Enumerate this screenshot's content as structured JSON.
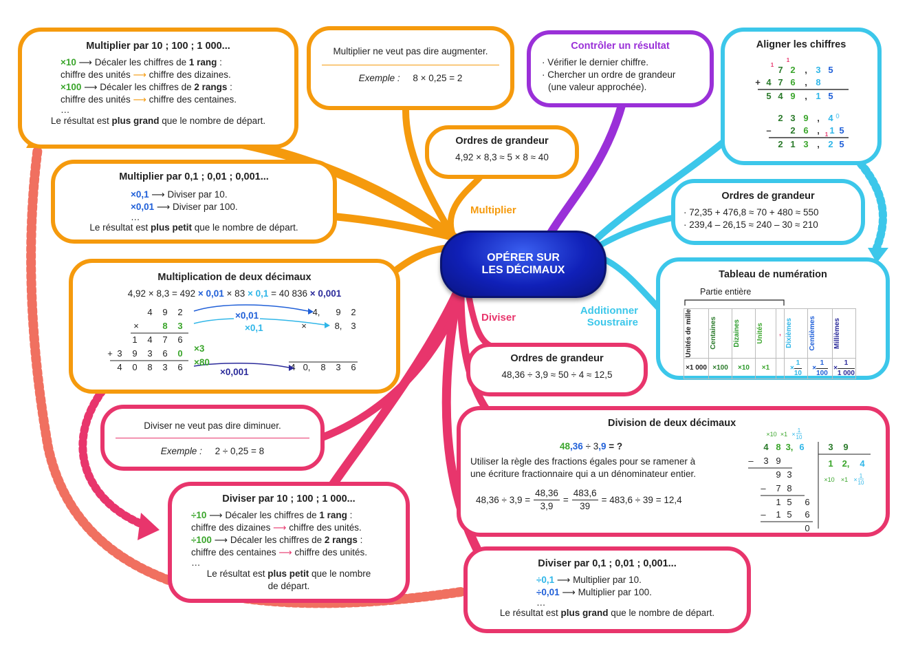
{
  "center": {
    "line1": "OPÉRER SUR",
    "line2": "LES DÉCIMAUX"
  },
  "branches": {
    "multiply": "Multiplier",
    "divide": "Diviser",
    "add_sub_1": "Additionner",
    "add_sub_2": "Soustraire"
  },
  "mult10": {
    "title": "Multiplier par 10 ; 100 ; 1 000...",
    "op1": "×10",
    "l1a": " Décaler les chiffres de ",
    "l1b": "1 rang",
    "l1c": " :",
    "l2a": "chiffre des unités ",
    "l2b": " chiffre des dizaines.",
    "op2": "×100",
    "l3a": " Décaler les chiffres de ",
    "l3b": "2 rangs",
    "l3c": " :",
    "l4a": "chiffre des unités ",
    "l4b": " chiffre des centaines.",
    "dots": "…",
    "ra": "Le résultat est ",
    "rb": "plus grand",
    "rc": " que le nombre de départ."
  },
  "note_mult": {
    "text": "Multiplier ne veut pas dire augmenter.",
    "ex_label": "Exemple :",
    "ex_value": "8 × 0,25 = 2"
  },
  "ordres_mult": {
    "title": "Ordres de grandeur",
    "value": "4,92 × 8,3 ≈ 5 × 8 ≈ 40"
  },
  "controle": {
    "title": "Contrôler un résultat",
    "b1": "Vérifier le dernier chiffre.",
    "b2a": "Chercher un ordre de grandeur",
    "b2b": "(une valeur approchée)."
  },
  "aligner": {
    "title": "Aligner les chiffres"
  },
  "mult01": {
    "title": "Multiplier par 0,1 ; 0,01 ; 0,001...",
    "op1": "×0,1",
    "l1": " Diviser par 10.",
    "op2": "×0,01",
    "l2": " Diviser par 100.",
    "dots": "…",
    "ra": "Le résultat est ",
    "rb": "plus petit",
    "rc": " que le nombre de départ."
  },
  "ordres_add": {
    "title": "Ordres de grandeur",
    "l1": "72,35 + 476,8 ≈ 70 + 480 ≈ 550",
    "l2": "239,4 – 26,15 ≈ 240 – 30 ≈ 210"
  },
  "multdec": {
    "title": "Multiplication de deux décimaux",
    "eq_a": "4,92 × 8,3 = 492 ",
    "eq_b": "× 0,01",
    "eq_c": " × 83 ",
    "eq_d": "× 0,1",
    "eq_e": " = 40 836 ",
    "eq_f": "× 0,001",
    "lab_001": "×0,01",
    "lab_01": "×0,1",
    "lab_0001": "×0,001",
    "lab_x3": "×3",
    "lab_x80": "×80"
  },
  "tableau": {
    "title": "Tableau de numération",
    "subtitle": "Partie entière",
    "headers": [
      "Unités de mille",
      "Centaines",
      "Dizaines",
      "Unités",
      "Dixièmes",
      "Centièmes",
      "Millièmes"
    ],
    "mults": [
      "×1 000",
      "×100",
      "×10",
      "×1"
    ]
  },
  "ordres_div": {
    "title": "Ordres de grandeur",
    "value": "48,36 ÷ 3,9 ≈ 50 ÷ 4 ≈ 12,5"
  },
  "note_div": {
    "text": "Diviser ne veut pas dire diminuer.",
    "ex_label": "Exemple :",
    "ex_value": "2 ÷ 0,25 = 8"
  },
  "divdec": {
    "title": "Division de deux décimaux",
    "q_a": "48",
    "q_b": ",36",
    "q_c": " ÷ 3",
    "q_d": ",9",
    "q_e": " = ?",
    "t1": "Utiliser la règle des fractions égales pour se ramener à",
    "t2": "une écriture fractionnaire qui a un dénominateur entier.",
    "f_lhs": "48,36 ÷ 3,9 =",
    "f1n": "48,36",
    "f1d": "3,9",
    "f2n": "483,6",
    "f2d": "39",
    "f_rhs": "= 483,6 ÷ 39 = 12,4"
  },
  "div10": {
    "title": "Diviser par 10 ; 100 ; 1 000...",
    "op1": "÷10",
    "l1a": " Décaler les chiffres de ",
    "l1b": "1 rang",
    "l1c": " :",
    "l2a": "chiffre des dizaines ",
    "l2b": " chiffre des unités.",
    "op2": "÷100",
    "l3a": " Décaler les chiffres de ",
    "l3b": "2 rangs",
    "l3c": " :",
    "l4a": "chiffre des centaines ",
    "l4b": " chiffre des unités.",
    "dots": "…",
    "ra": "Le résultat est ",
    "rb": "plus petit",
    "rc": " que le nombre",
    "rd": "de départ."
  },
  "div01": {
    "title": "Diviser par 0,1 ; 0,01 ; 0,001...",
    "op1": "÷0,1",
    "l1": " Multiplier par 10.",
    "op2": "÷0,01",
    "l2": " Multiplier par 100.",
    "dots": "…",
    "ra": "Le résultat est ",
    "rb": "plus grand",
    "rc": " que le nombre de départ."
  },
  "colors": {
    "orange": "#f59a0d",
    "pink": "#e8356c",
    "cyan": "#3cc7ea",
    "purple": "#9a30d8",
    "hub": "#1020b8"
  }
}
